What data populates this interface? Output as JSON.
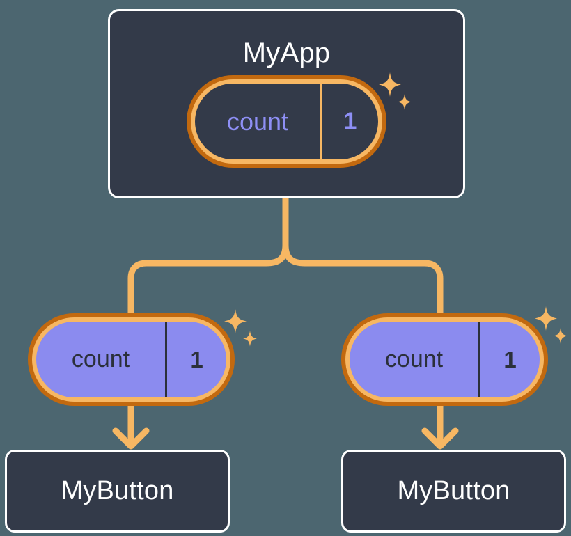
{
  "diagram": {
    "type": "component-state-tree",
    "title_text": "MyApp",
    "background_color": "#4c6670",
    "accent_orange": "#F7B763",
    "accent_orange_dark": "#C2690F",
    "state_purple": "#8B8BEF",
    "card_dark": "#333A49",
    "card_border": "#FFFFFF"
  },
  "nodes": {
    "root": {
      "label": "MyApp",
      "state": {
        "key": "count",
        "value": "1"
      },
      "sparkle_name": "sparkle-icon"
    },
    "children": [
      {
        "state": {
          "key": "count",
          "value": "1"
        },
        "label": "MyButton",
        "sparkle_name": "sparkle-icon"
      },
      {
        "state": {
          "key": "count",
          "value": "1"
        },
        "label": "MyButton",
        "sparkle_name": "sparkle-icon"
      }
    ]
  },
  "edges": [
    {
      "name": "root-to-branch-stem",
      "from": "root",
      "to": "branch-point"
    },
    {
      "name": "branch-to-left-pill",
      "from": "branch-point",
      "to": "left-state-pill"
    },
    {
      "name": "branch-to-right-pill",
      "from": "branch-point",
      "to": "right-state-pill"
    },
    {
      "name": "left-pill-to-left-button",
      "from": "left-state-pill",
      "to": "left-button",
      "arrow": true
    },
    {
      "name": "right-pill-to-right-button",
      "from": "right-state-pill",
      "to": "right-button",
      "arrow": true
    }
  ]
}
